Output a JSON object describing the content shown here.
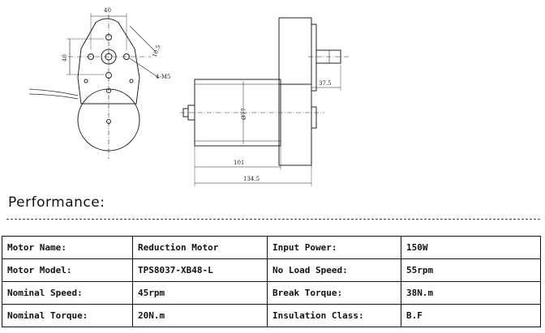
{
  "drawing": {
    "dims": {
      "front_width": "40",
      "front_height": "40",
      "hole_offset": "10.5",
      "screw_spec": "4-M5",
      "body_length": "101",
      "overall_length": "134.5",
      "shaft_length": "37.5",
      "body_diameter": "Ø77"
    }
  },
  "performance": {
    "title": "Performance:",
    "rows": [
      {
        "label1": "Motor Name:",
        "value1": "Reduction Motor",
        "label2": "Input Power:",
        "value2": "150W"
      },
      {
        "label1": "Motor Model:",
        "value1": "TPS8037-XB48-L",
        "label2": "No Load Speed:",
        "value2": "55rpm"
      },
      {
        "label1": "Nominal Speed:",
        "value1": "45rpm",
        "label2": "Break Torque:",
        "value2": "38N.m"
      },
      {
        "label1": "Nominal Torque:",
        "value1": "20N.m",
        "label2": "Insulation Class:",
        "value2": "B.F"
      }
    ]
  }
}
